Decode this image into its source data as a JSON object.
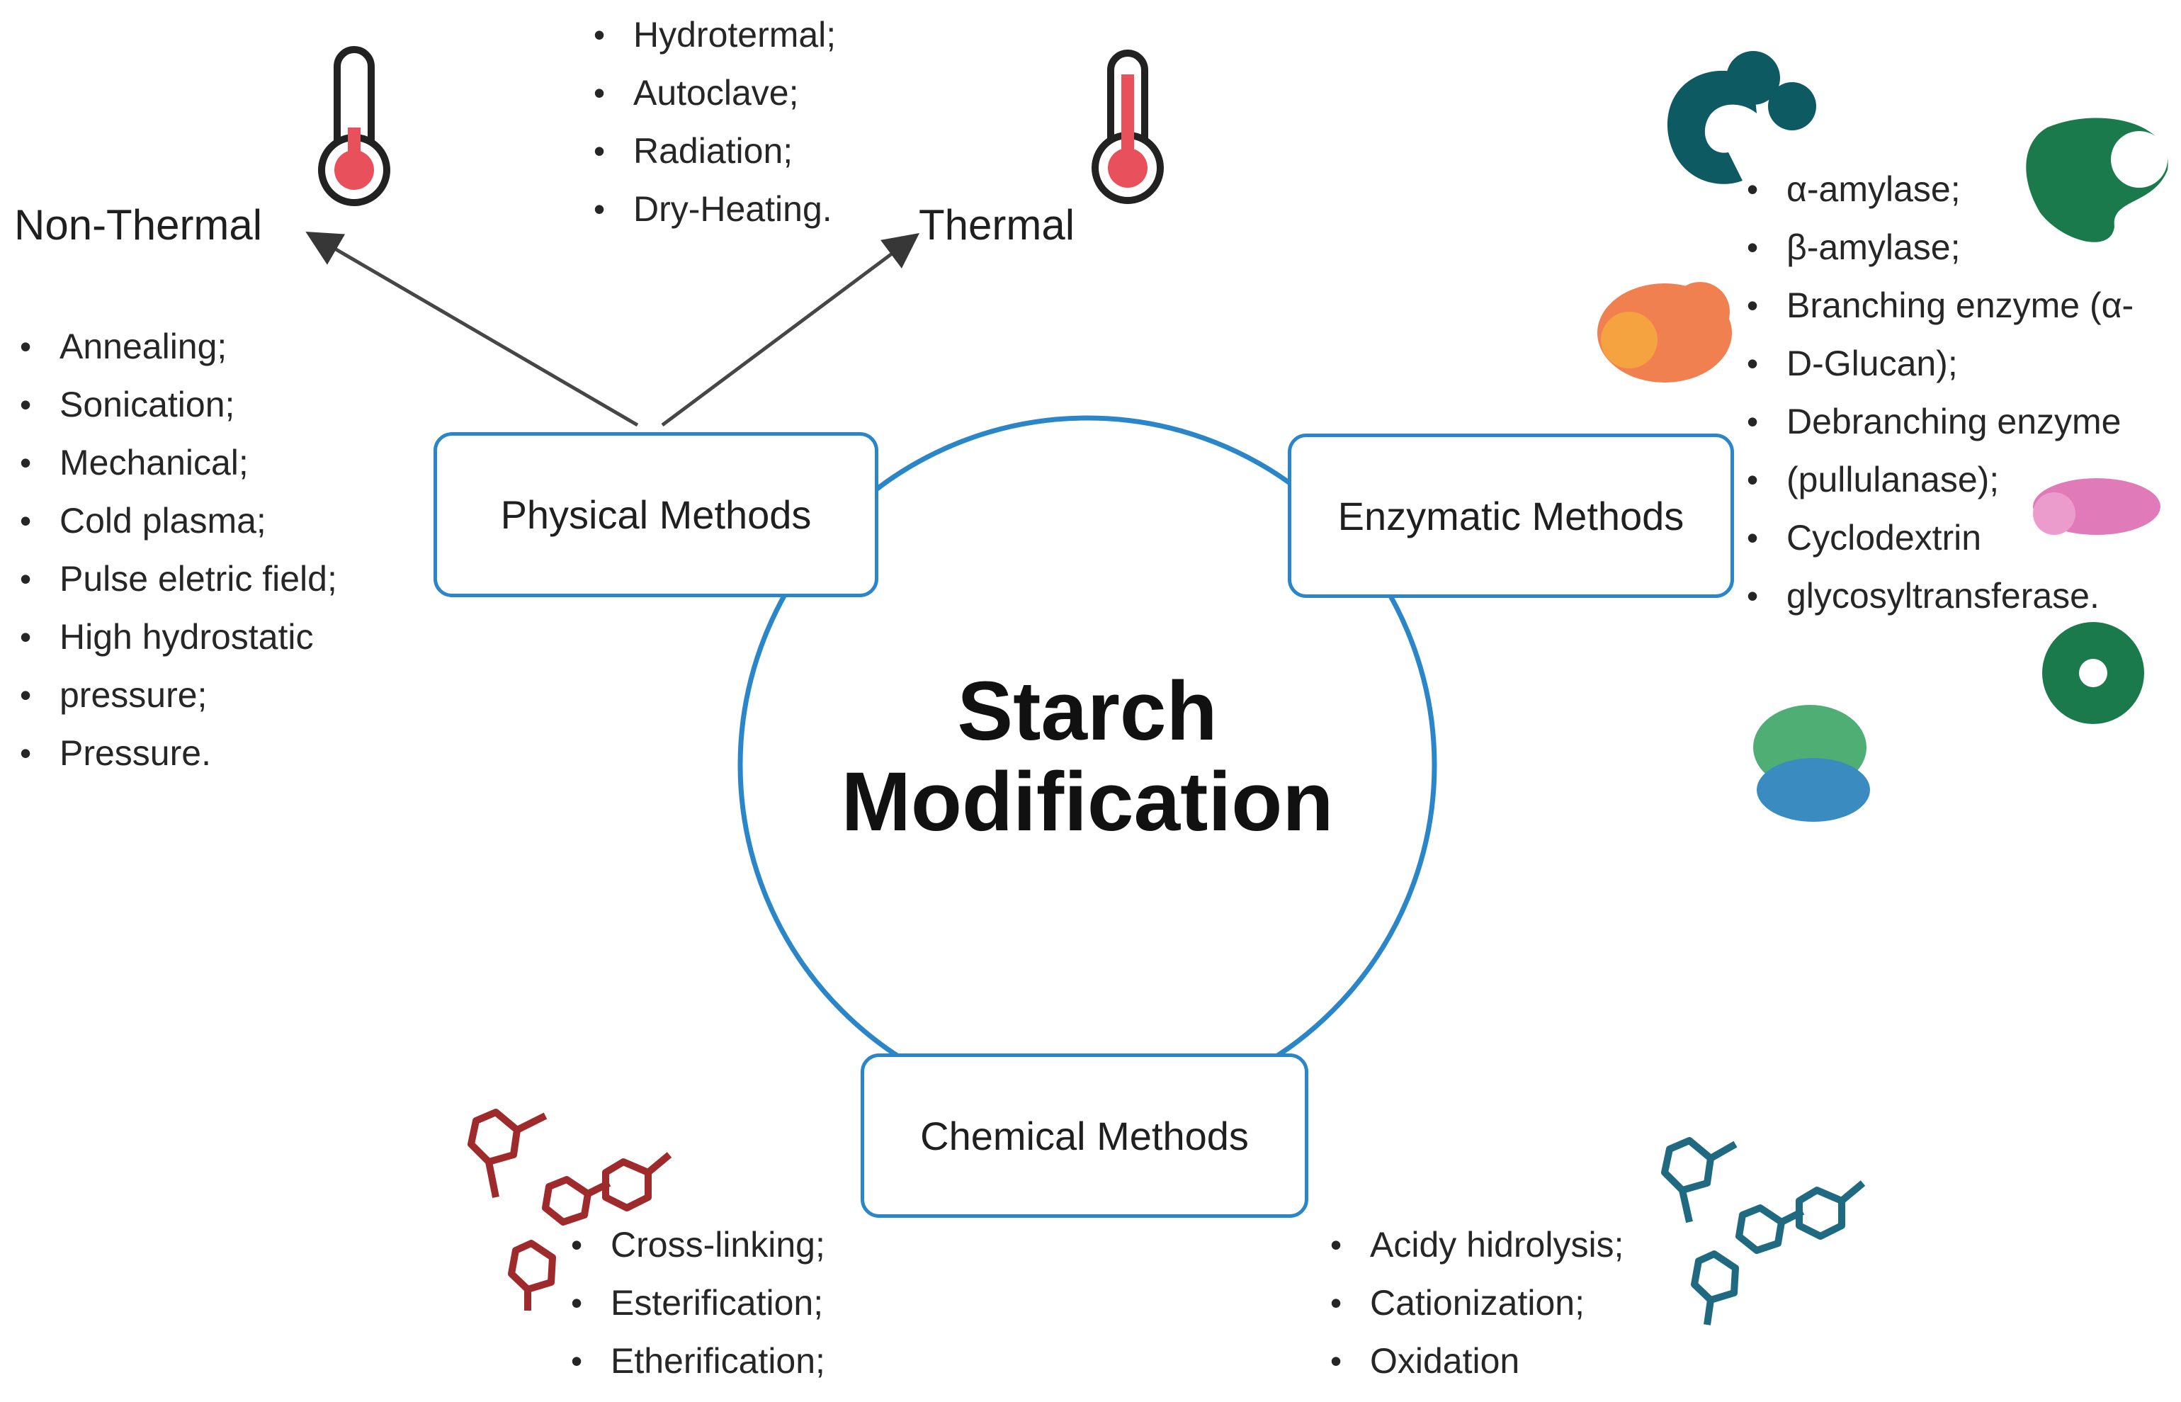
{
  "center": {
    "line1": "Starch",
    "line2": "Modification"
  },
  "physical": {
    "label": "Physical Methods",
    "non_thermal": {
      "label": "Non-Thermal",
      "items": [
        "Annealing;",
        "Sonication;",
        "Mechanical;",
        "Cold plasma;",
        "Pulse eletric field;",
        "High hydrostatic",
        "pressure;",
        "Pressure."
      ]
    },
    "thermal": {
      "label": "Thermal",
      "items": [
        "Hydrotermal;",
        "Autoclave;",
        "Radiation;",
        "Dry-Heating."
      ]
    }
  },
  "enzymatic": {
    "label": "Enzymatic Methods",
    "items": [
      "α-amylase;",
      "β-amylase;",
      "Branching enzyme (α-",
      "D-Glucan);",
      "Debranching enzyme",
      "(pullulanase);",
      "Cyclodextrin",
      "glycosyltransferase."
    ]
  },
  "chemical": {
    "label": "Chemical Methods",
    "left_items": [
      "Cross-linking;",
      "Esterification;",
      "Etherification;"
    ],
    "right_items": [
      "Acidy hidrolysis;",
      "Cationization;",
      "Oxidation"
    ]
  },
  "colors": {
    "box_border": "#2a86c9",
    "circle": "#2a86c9",
    "thermometer_fill": "#e8505b",
    "molecule_red": "#9e2a2b",
    "molecule_teal": "#1f6a80",
    "protein_teal": "#0e5a62",
    "protein_green": "#1a7a4c",
    "protein_orange": "#f08050",
    "protein_pink": "#e07ab8",
    "protein_light_green": "#4fae74",
    "protein_blue": "#3a8bc0"
  },
  "icons": [
    "thermometer-icon",
    "protein-icon",
    "molecule-icon"
  ]
}
